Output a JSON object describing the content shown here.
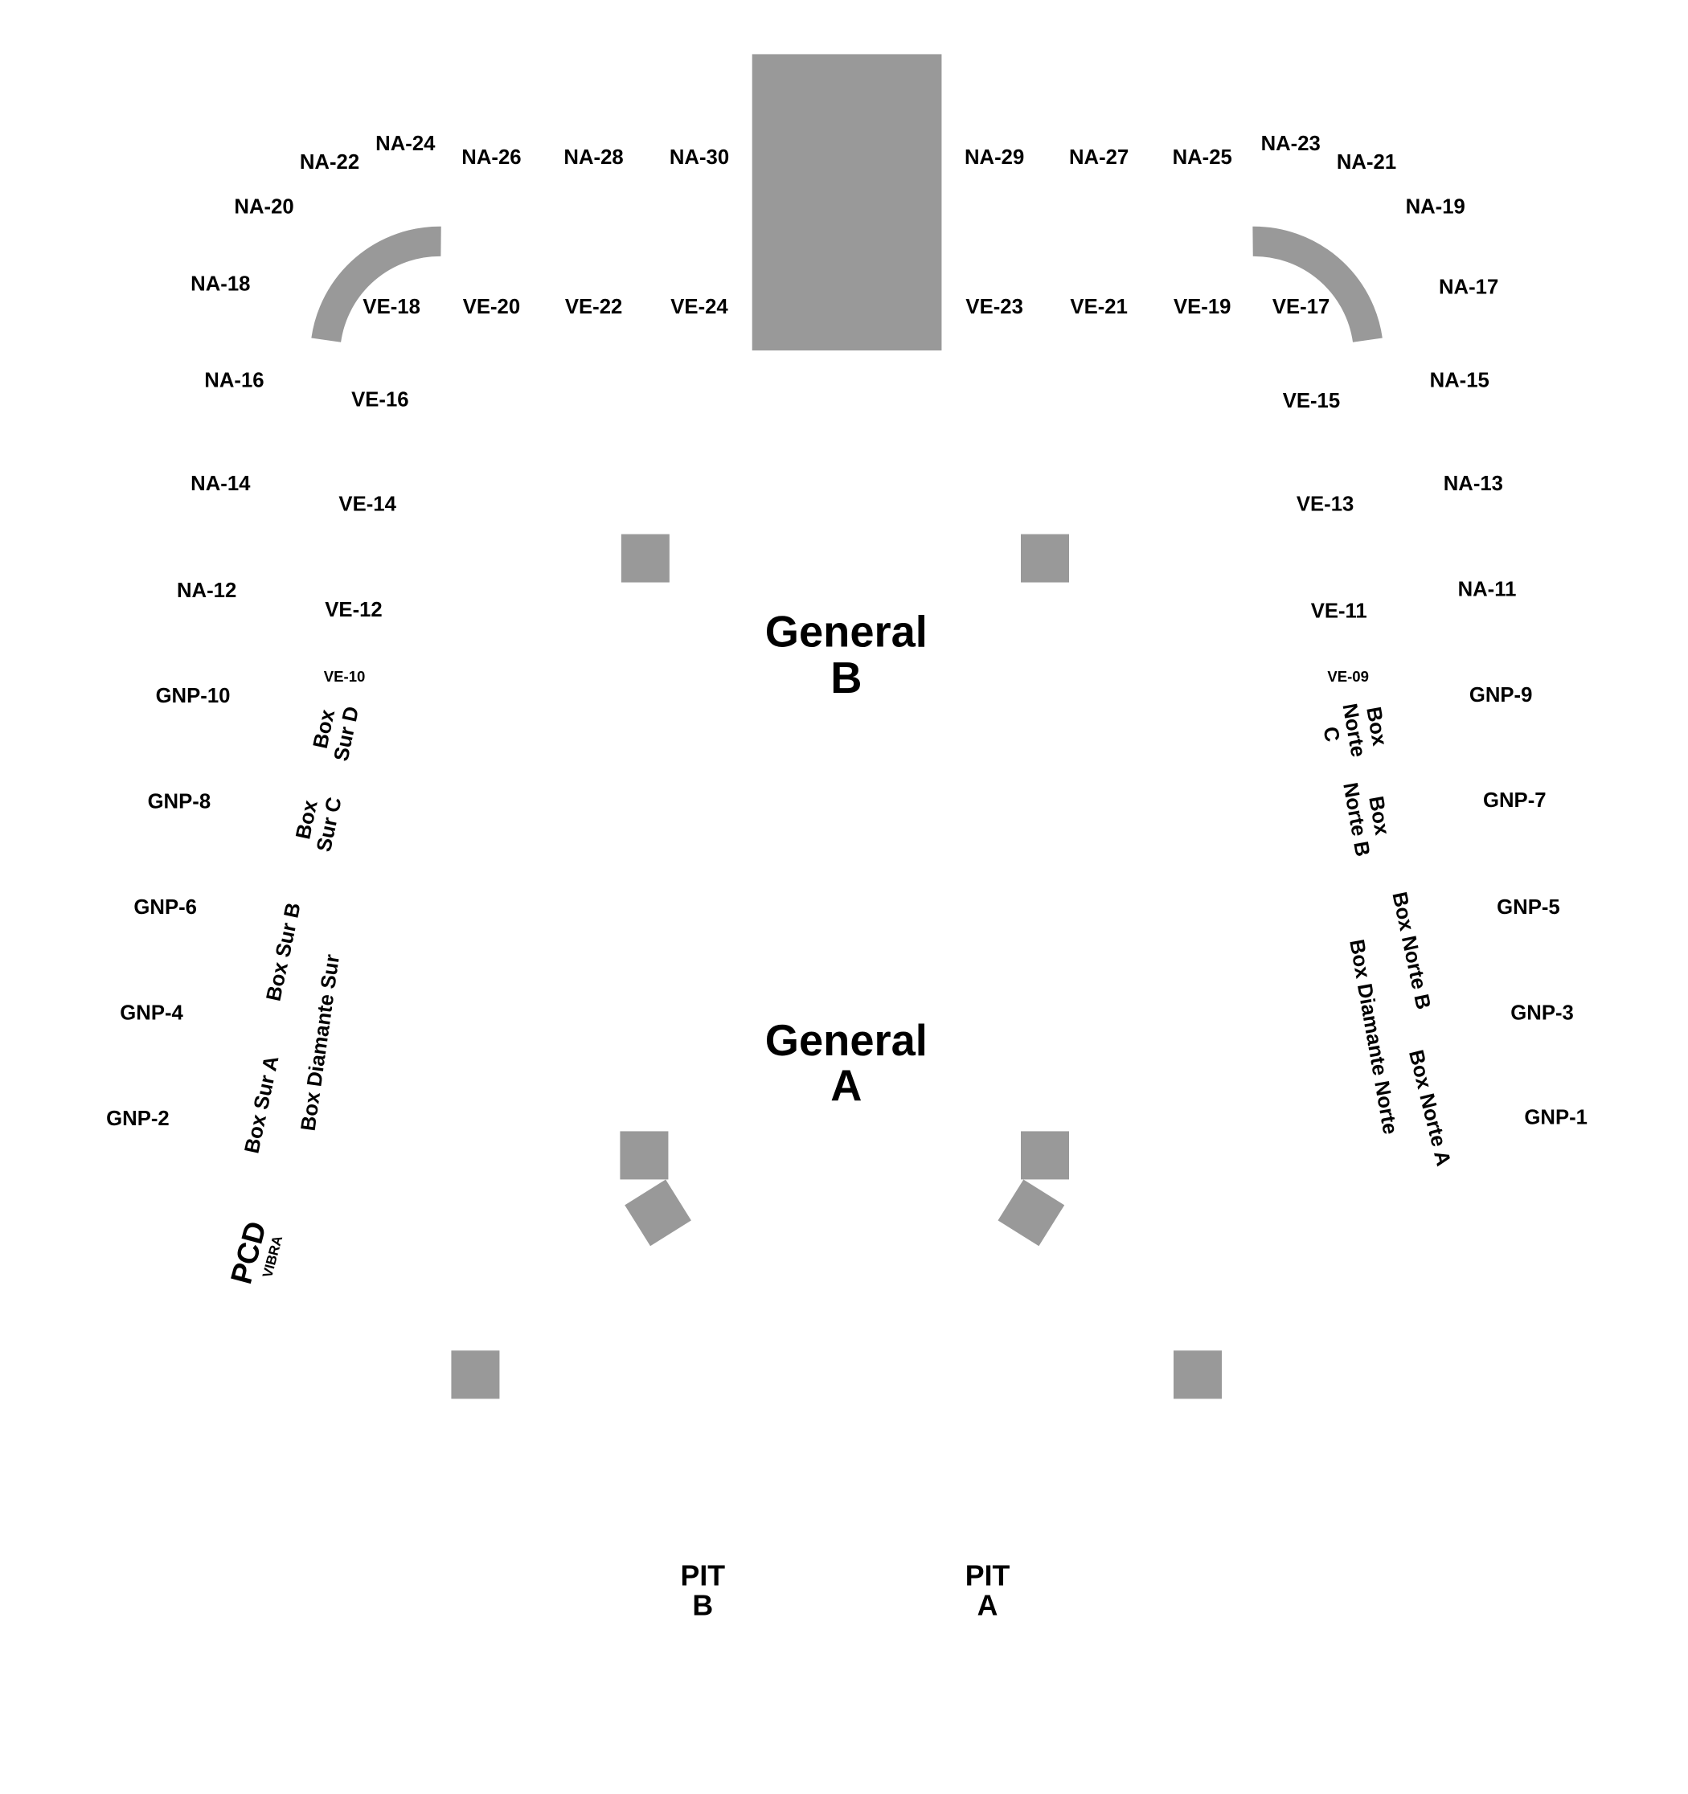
{
  "colors": {
    "block": "#999999",
    "text": "#000000"
  },
  "na_left": [
    "NA-22",
    "NA-24",
    "NA-26",
    "NA-28",
    "NA-30",
    "NA-20",
    "NA-18",
    "NA-16",
    "NA-14",
    "NA-12"
  ],
  "gnp_left": [
    "GNP-10",
    "GNP-8",
    "GNP-6",
    "GNP-4",
    "GNP-2"
  ],
  "ve_left": [
    "VE-18",
    "VE-20",
    "VE-22",
    "VE-24",
    "VE-16",
    "VE-14",
    "VE-12",
    "VE-10"
  ],
  "na_right": [
    "NA-29",
    "NA-27",
    "NA-25",
    "NA-23",
    "NA-21",
    "NA-19",
    "NA-17",
    "NA-15",
    "NA-13",
    "NA-11"
  ],
  "gnp_right": [
    "GNP-9",
    "GNP-7",
    "GNP-5",
    "GNP-3",
    "GNP-1"
  ],
  "ve_right": [
    "VE-23",
    "VE-21",
    "VE-19",
    "VE-17",
    "VE-15",
    "VE-13",
    "VE-11",
    "VE-09"
  ],
  "box_left": {
    "sur_d": [
      "Box",
      "Sur D"
    ],
    "sur_c": [
      "Box",
      "Sur C"
    ],
    "sur_b": "Box Sur B",
    "diamante": "Box Diamante Sur",
    "sur_a": "Box Sur A",
    "pcd": "PCD",
    "vibra": "VIBRA"
  },
  "box_right": {
    "norte_c": [
      "Box",
      "Norte",
      "C"
    ],
    "norte_b_small": [
      "Box",
      "Norte B"
    ],
    "norte_b": "Box Norte B",
    "diamante": "Box Diamante Norte",
    "norte_a": "Box Norte A"
  },
  "general_b": [
    "General",
    "B"
  ],
  "general_a": [
    "General",
    "A"
  ],
  "pit_b": [
    "PIT",
    "B"
  ],
  "pit_a": [
    "PIT",
    "A"
  ]
}
